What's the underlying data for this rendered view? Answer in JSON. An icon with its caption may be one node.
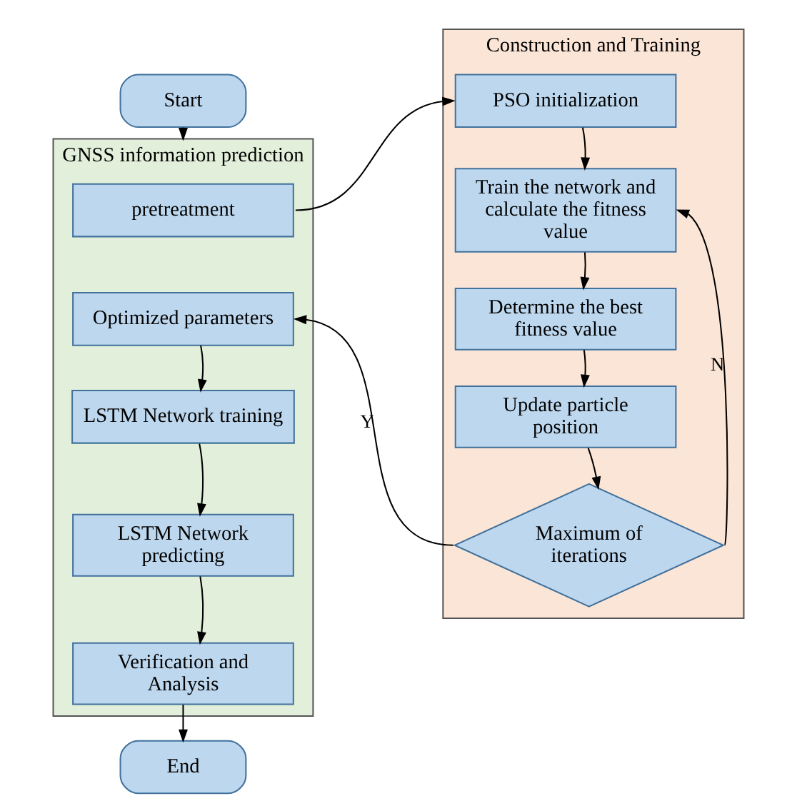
{
  "diagram": {
    "nodes": [
      {
        "text": [
          "Start"
        ]
      },
      {
        "text": [
          "GNSS information prediction"
        ]
      },
      {
        "text": [
          "pretreatment"
        ],
        "in": 1
      },
      {
        "text": [
          "Optimized parameters"
        ],
        "in": 1
      },
      {
        "text": [
          "LSTM Network training"
        ],
        "in": 1
      },
      {
        "text": [
          "LSTM Network predicting"
        ],
        "in": 1
      },
      {
        "text": [
          "Verification and Analysis"
        ],
        "in": 1
      },
      {
        "text": [
          "Construction and Training"
        ]
      },
      {
        "text": [
          "PSO initialization"
        ],
        "in": 7
      },
      {
        "text": [
          "Train the network and calculate the fitness value"
        ],
        "in": 7
      },
      {
        "text": [
          "Determine the best fitness value"
        ],
        "in": 7
      },
      {
        "text": [
          "Update particle position"
        ],
        "in": 7
      },
      {
        "text": [
          "Maximum of iterations"
        ],
        "in": 7
      },
      {
        "text": [
          "End"
        ]
      }
    ],
    "edges": [
      {
        "from": 0,
        "to": 1,
        "arrow": "to"
      },
      {
        "from": 2,
        "to": 8,
        "arrow": "to"
      },
      {
        "from": 8,
        "to": 9,
        "arrow": "to"
      },
      {
        "from": 9,
        "to": 10,
        "arrow": "to"
      },
      {
        "from": 10,
        "to": 11,
        "arrow": "to"
      },
      {
        "from": 11,
        "to": 12,
        "arrow": "to"
      },
      {
        "from": 12,
        "to": 3,
        "label": "Y",
        "arrow": "to"
      },
      {
        "from": 12,
        "to": 9,
        "label": "N",
        "arrow": "to"
      },
      {
        "from": 3,
        "to": 4,
        "arrow": "to"
      },
      {
        "from": 4,
        "to": 5,
        "arrow": "to"
      },
      {
        "from": 5,
        "to": 6,
        "arrow": "to"
      },
      {
        "from": 6,
        "to": 13,
        "arrow": "to"
      }
    ]
  }
}
